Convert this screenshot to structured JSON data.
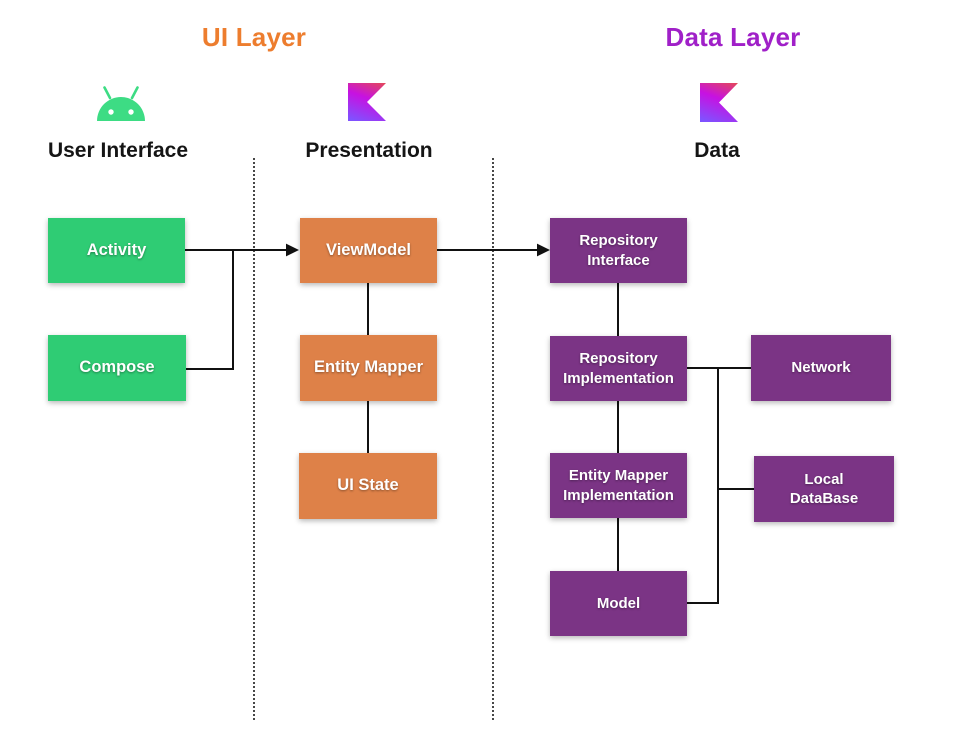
{
  "titles": {
    "ui_layer": "UI Layer",
    "data_layer": "Data Layer"
  },
  "columns": [
    {
      "id": "user-interface",
      "header": "User Interface",
      "icon": "android-icon"
    },
    {
      "id": "presentation",
      "header": "Presentation",
      "icon": "kotlin-icon"
    },
    {
      "id": "data",
      "header": "Data",
      "icon": "kotlin-icon"
    }
  ],
  "nodes": {
    "activity": {
      "label": "Activity",
      "color_group": "green",
      "column": "user-interface"
    },
    "compose": {
      "label": "Compose",
      "color_group": "green",
      "column": "user-interface"
    },
    "viewmodel": {
      "label": "ViewModel",
      "color_group": "orange",
      "column": "presentation"
    },
    "entity_mapper": {
      "label": "Entity Mapper",
      "color_group": "orange",
      "column": "presentation"
    },
    "ui_state": {
      "label": "UI State",
      "color_group": "orange",
      "column": "presentation"
    },
    "repository_interface": {
      "label": "Repository\nInterface",
      "color_group": "purple",
      "column": "data"
    },
    "repository_implementation": {
      "label": "Repository\nImplementation",
      "color_group": "purple",
      "column": "data"
    },
    "entity_mapper_implementation": {
      "label": "Entity Mapper\nImplementation",
      "color_group": "purple",
      "column": "data"
    },
    "model": {
      "label": "Model",
      "color_group": "purple",
      "column": "data"
    },
    "network": {
      "label": "Network",
      "color_group": "purple",
      "column": "data"
    },
    "local_database": {
      "label": "Local\nDataBase",
      "color_group": "purple",
      "column": "data"
    }
  },
  "connections": [
    {
      "from": "activity",
      "to": "viewmodel",
      "style": "arrow"
    },
    {
      "from": "compose",
      "to": "viewmodel",
      "style": "elbow-joins-activity-arrow"
    },
    {
      "from": "viewmodel",
      "to": "repository_interface",
      "style": "arrow"
    },
    {
      "from": "viewmodel",
      "to": "entity_mapper",
      "style": "line"
    },
    {
      "from": "entity_mapper",
      "to": "ui_state",
      "style": "line"
    },
    {
      "from": "repository_interface",
      "to": "repository_implementation",
      "style": "line"
    },
    {
      "from": "repository_implementation",
      "to": "entity_mapper_implementation",
      "style": "line"
    },
    {
      "from": "entity_mapper_implementation",
      "to": "model",
      "style": "line"
    },
    {
      "from": "repository_implementation",
      "to": "network",
      "style": "line"
    },
    {
      "from": "repository_implementation",
      "to": "local_database",
      "style": "elbow"
    },
    {
      "from": "model",
      "to": "local_database",
      "style": "elbow"
    }
  ],
  "colors": {
    "ui_layer_title": "#ED7D2E",
    "data_layer_title": "#A020C8",
    "green_box": "#2FCC74",
    "orange_box": "#DE8148",
    "purple_box": "#7B3485",
    "android_green": "#3DDC84",
    "kotlin_gradient": [
      "#E44857",
      "#C711E1",
      "#7F52FF"
    ],
    "connector": "#111111"
  }
}
